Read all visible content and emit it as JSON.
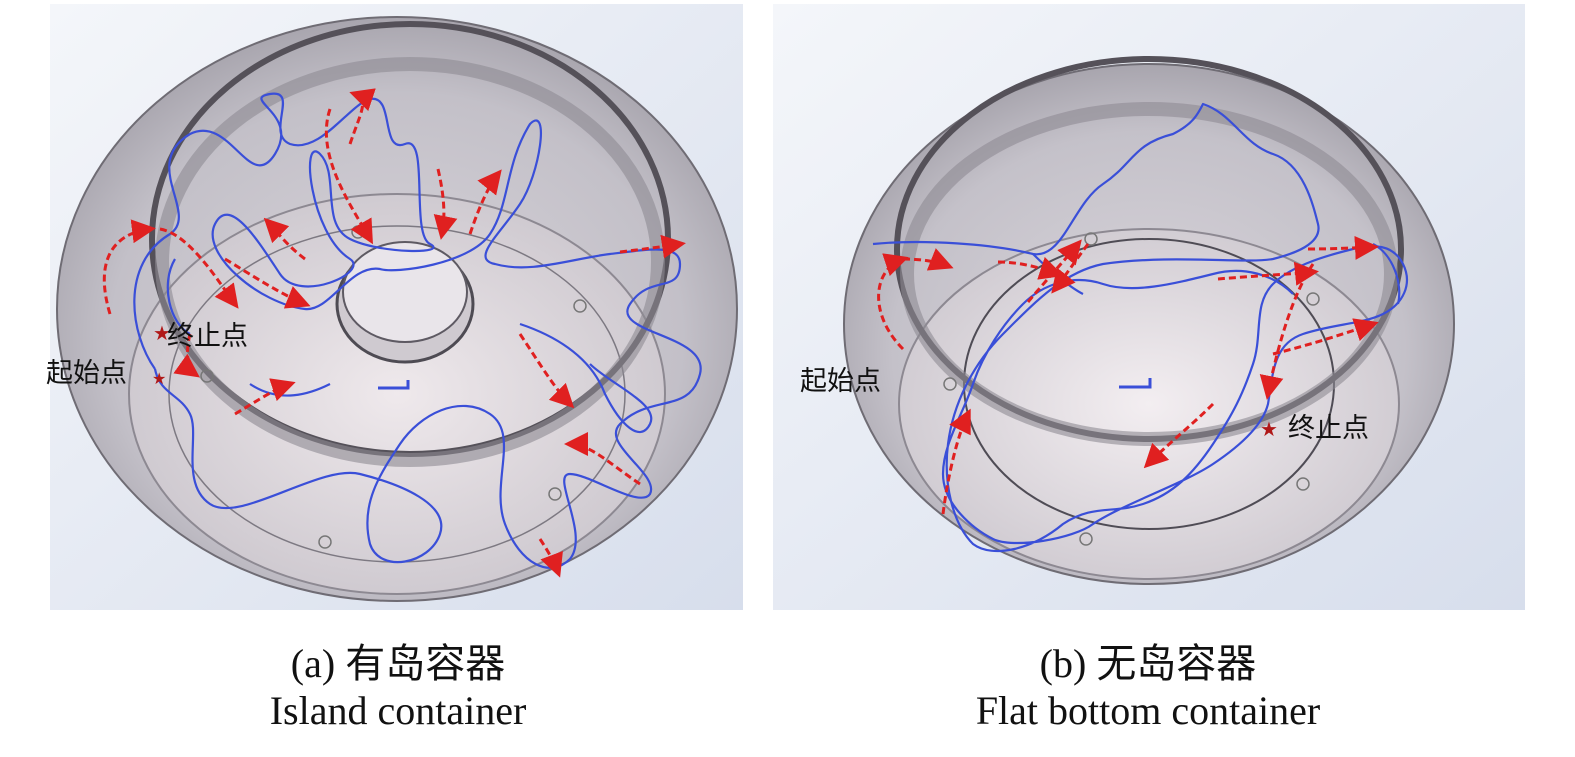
{
  "panels": [
    {
      "id": "a",
      "start_label": "起始点",
      "end_label": "终止点",
      "caption_cn": "(a) 有岛容器",
      "caption_en": "Island container"
    },
    {
      "id": "b",
      "start_label": "起始点",
      "end_label": "终止点",
      "caption_cn": "(b) 无岛容器",
      "caption_en": "Flat bottom container"
    }
  ],
  "colors": {
    "trajectory": "#3a4fd8",
    "direction_arrow": "#e02020",
    "marker_star": "#b01818",
    "container_wall": "#b9b6bf",
    "background": "#e4e9f3"
  }
}
